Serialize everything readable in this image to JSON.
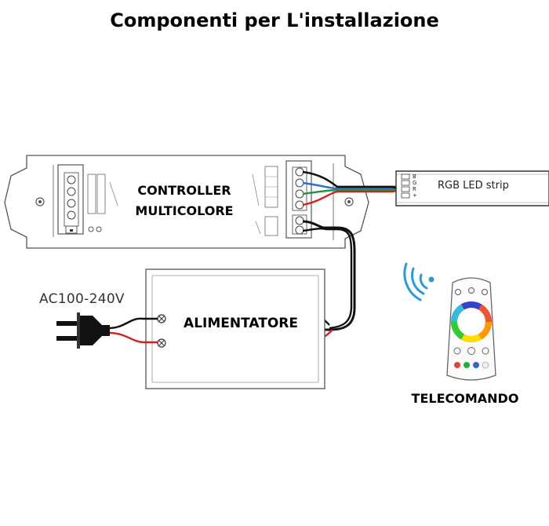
{
  "title": "Componenti per L'installazione",
  "controller": {
    "label_line1": "CONTROLLER",
    "label_line2": "MULTICOLORE"
  },
  "power_supply": {
    "label": "ALIMENTATORE",
    "input_voltage": "AC100-240V"
  },
  "led_strip": {
    "label": "RGB LED strip",
    "pins": [
      "B",
      "G",
      "R",
      "+"
    ]
  },
  "remote": {
    "label": "TELECOMANDO"
  },
  "colors": {
    "red_wire": "#d42020",
    "green_wire": "#1a9a3a",
    "blue_wire": "#2a6fd6",
    "black_wire": "#111111",
    "outline": "#555555"
  }
}
